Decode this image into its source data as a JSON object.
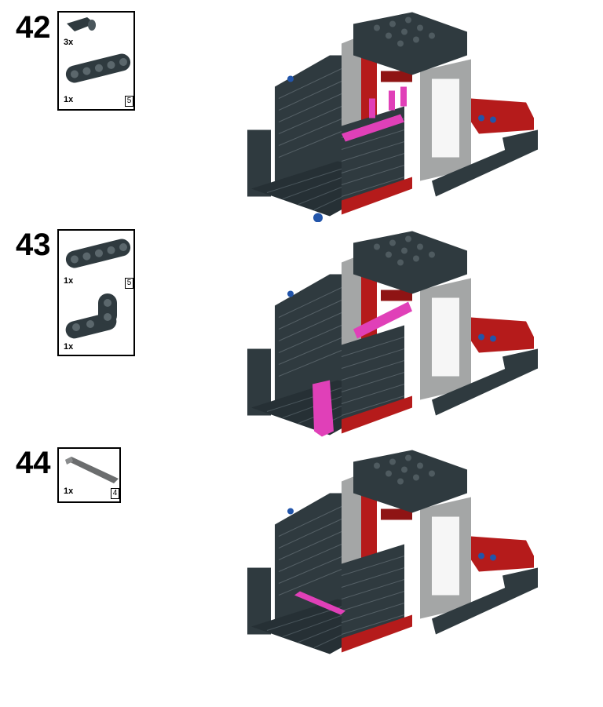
{
  "steps": [
    {
      "number": "42",
      "parts": [
        {
          "icon": "axle-pin-icon",
          "qty": "3x",
          "length": ""
        },
        {
          "icon": "liftarm-beam-5-icon",
          "qty": "1x",
          "length": "5"
        }
      ]
    },
    {
      "number": "43",
      "parts": [
        {
          "icon": "liftarm-beam-5-icon",
          "qty": "1x",
          "length": "5"
        },
        {
          "icon": "bent-liftarm-icon",
          "qty": "1x",
          "length": ""
        }
      ]
    },
    {
      "number": "44",
      "parts": [
        {
          "icon": "axle-icon",
          "qty": "1x",
          "length": "4"
        }
      ]
    }
  ],
  "colors": {
    "dark_bluish_gray": "#2f3a3f",
    "light_gray": "#a4a6a6",
    "red": "#b51b1b",
    "magenta": "#e040b8",
    "blue": "#2255aa"
  }
}
